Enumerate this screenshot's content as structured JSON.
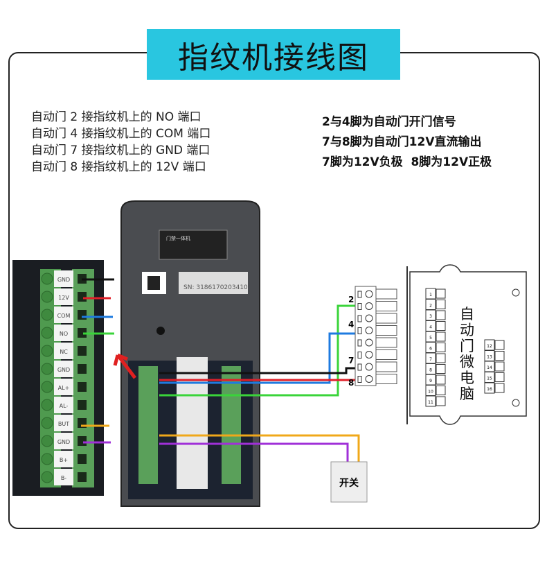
{
  "title": "指纹机接线图",
  "left_notes": [
    "自动门 2 接指纹机上的 NO 端口",
    "自动门 4 接指纹机上的 COM 端口",
    "自动门 7 接指纹机上的 GND 端口",
    "自动门 8 接指纹机上的 12V 端口"
  ],
  "right_notes": [
    "2与4脚为自动门开门信号",
    "7与8脚为自动门12V直流输出",
    "7脚为12V负极  8脚为12V正极"
  ],
  "terminal_labels": [
    "GND",
    "12V",
    "COM",
    "NO",
    "NC",
    "GND",
    "AL+",
    "AL-",
    "BUT",
    "GND",
    "B+",
    "B-"
  ],
  "device": {
    "label_title": "门禁一体机",
    "serial": "SN: 3186170203410"
  },
  "connector_pins": [
    "2",
    "4",
    "7",
    "8"
  ],
  "controller": {
    "name": "自动门微电脑",
    "left_terminals": [
      "1",
      "2",
      "3",
      "4",
      "5",
      "6",
      "7",
      "8",
      "9",
      "10",
      "11"
    ],
    "right_terminals": [
      "12",
      "13",
      "14",
      "15",
      "16"
    ]
  },
  "switch_label": "开关",
  "colors": {
    "title_bg": "#29c6e0",
    "black": "#111111",
    "red": "#e0202a",
    "blue": "#1e7be0",
    "green": "#3ad43a",
    "orange": "#f0a81a",
    "purple": "#a030d8",
    "terminal_green": "#5aa05a"
  }
}
